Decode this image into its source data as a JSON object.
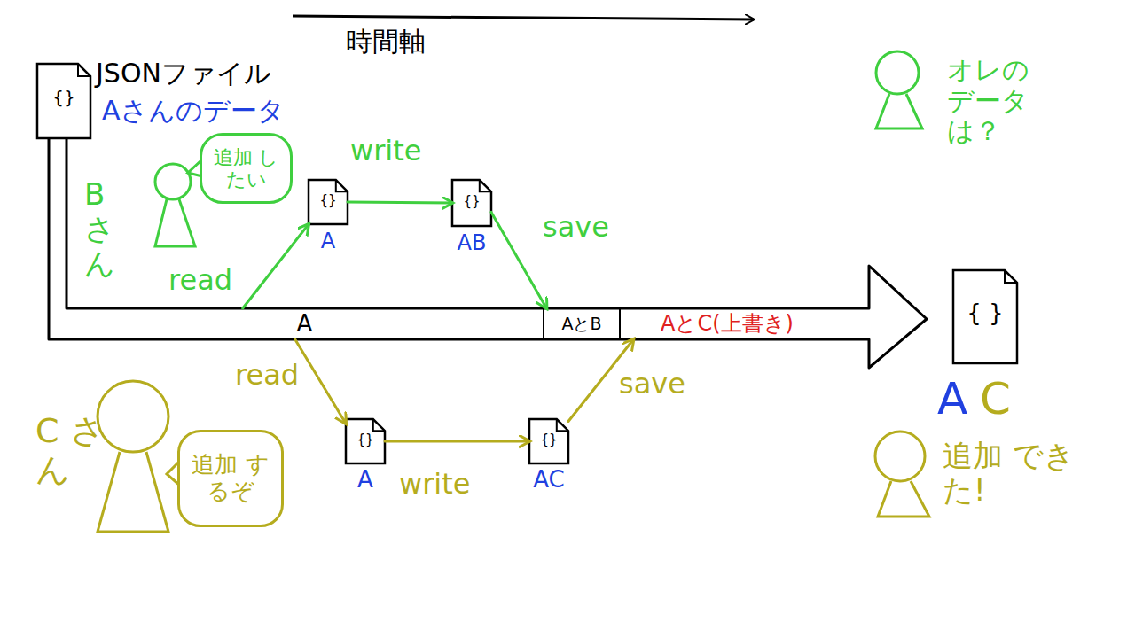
{
  "diagram": {
    "nodes": [
      {
        "text": [
          "{}",
          "JSONファイル",
          "Aさんのデータ"
        ]
      },
      {
        "text": [
          "追加 したい"
        ]
      },
      {
        "text": [
          "{}",
          "A"
        ]
      },
      {
        "text": [
          "{}",
          "AB"
        ]
      },
      {
        "text": [
          "A"
        ]
      },
      {
        "text": [
          "AとB"
        ]
      },
      {
        "text": [
          "AとC(上書き)"
        ]
      },
      {
        "text": [
          "{}",
          "A"
        ]
      },
      {
        "text": [
          "{}",
          "AC"
        ]
      },
      {
        "text": [
          "追加 するぞ"
        ]
      },
      {
        "text": [
          "{ }",
          "A",
          "C"
        ]
      }
    ],
    "edges": [
      {
        "from": 4,
        "to": 2,
        "label": "read",
        "arrow": "to"
      },
      {
        "from": 2,
        "to": 3,
        "label": "write",
        "arrow": "to"
      },
      {
        "from": 3,
        "to": 5,
        "label": "save",
        "arrow": "to"
      },
      {
        "from": 4,
        "to": 7,
        "label": "read",
        "arrow": "to"
      },
      {
        "from": 7,
        "to": 8,
        "label": "write",
        "arrow": "to"
      },
      {
        "from": 8,
        "to": 6,
        "label": "save",
        "arrow": "to"
      }
    ],
    "labels": [
      "時間軸",
      "B さん",
      "C さん",
      "オレの データは？",
      "追加 できた!"
    ]
  }
}
